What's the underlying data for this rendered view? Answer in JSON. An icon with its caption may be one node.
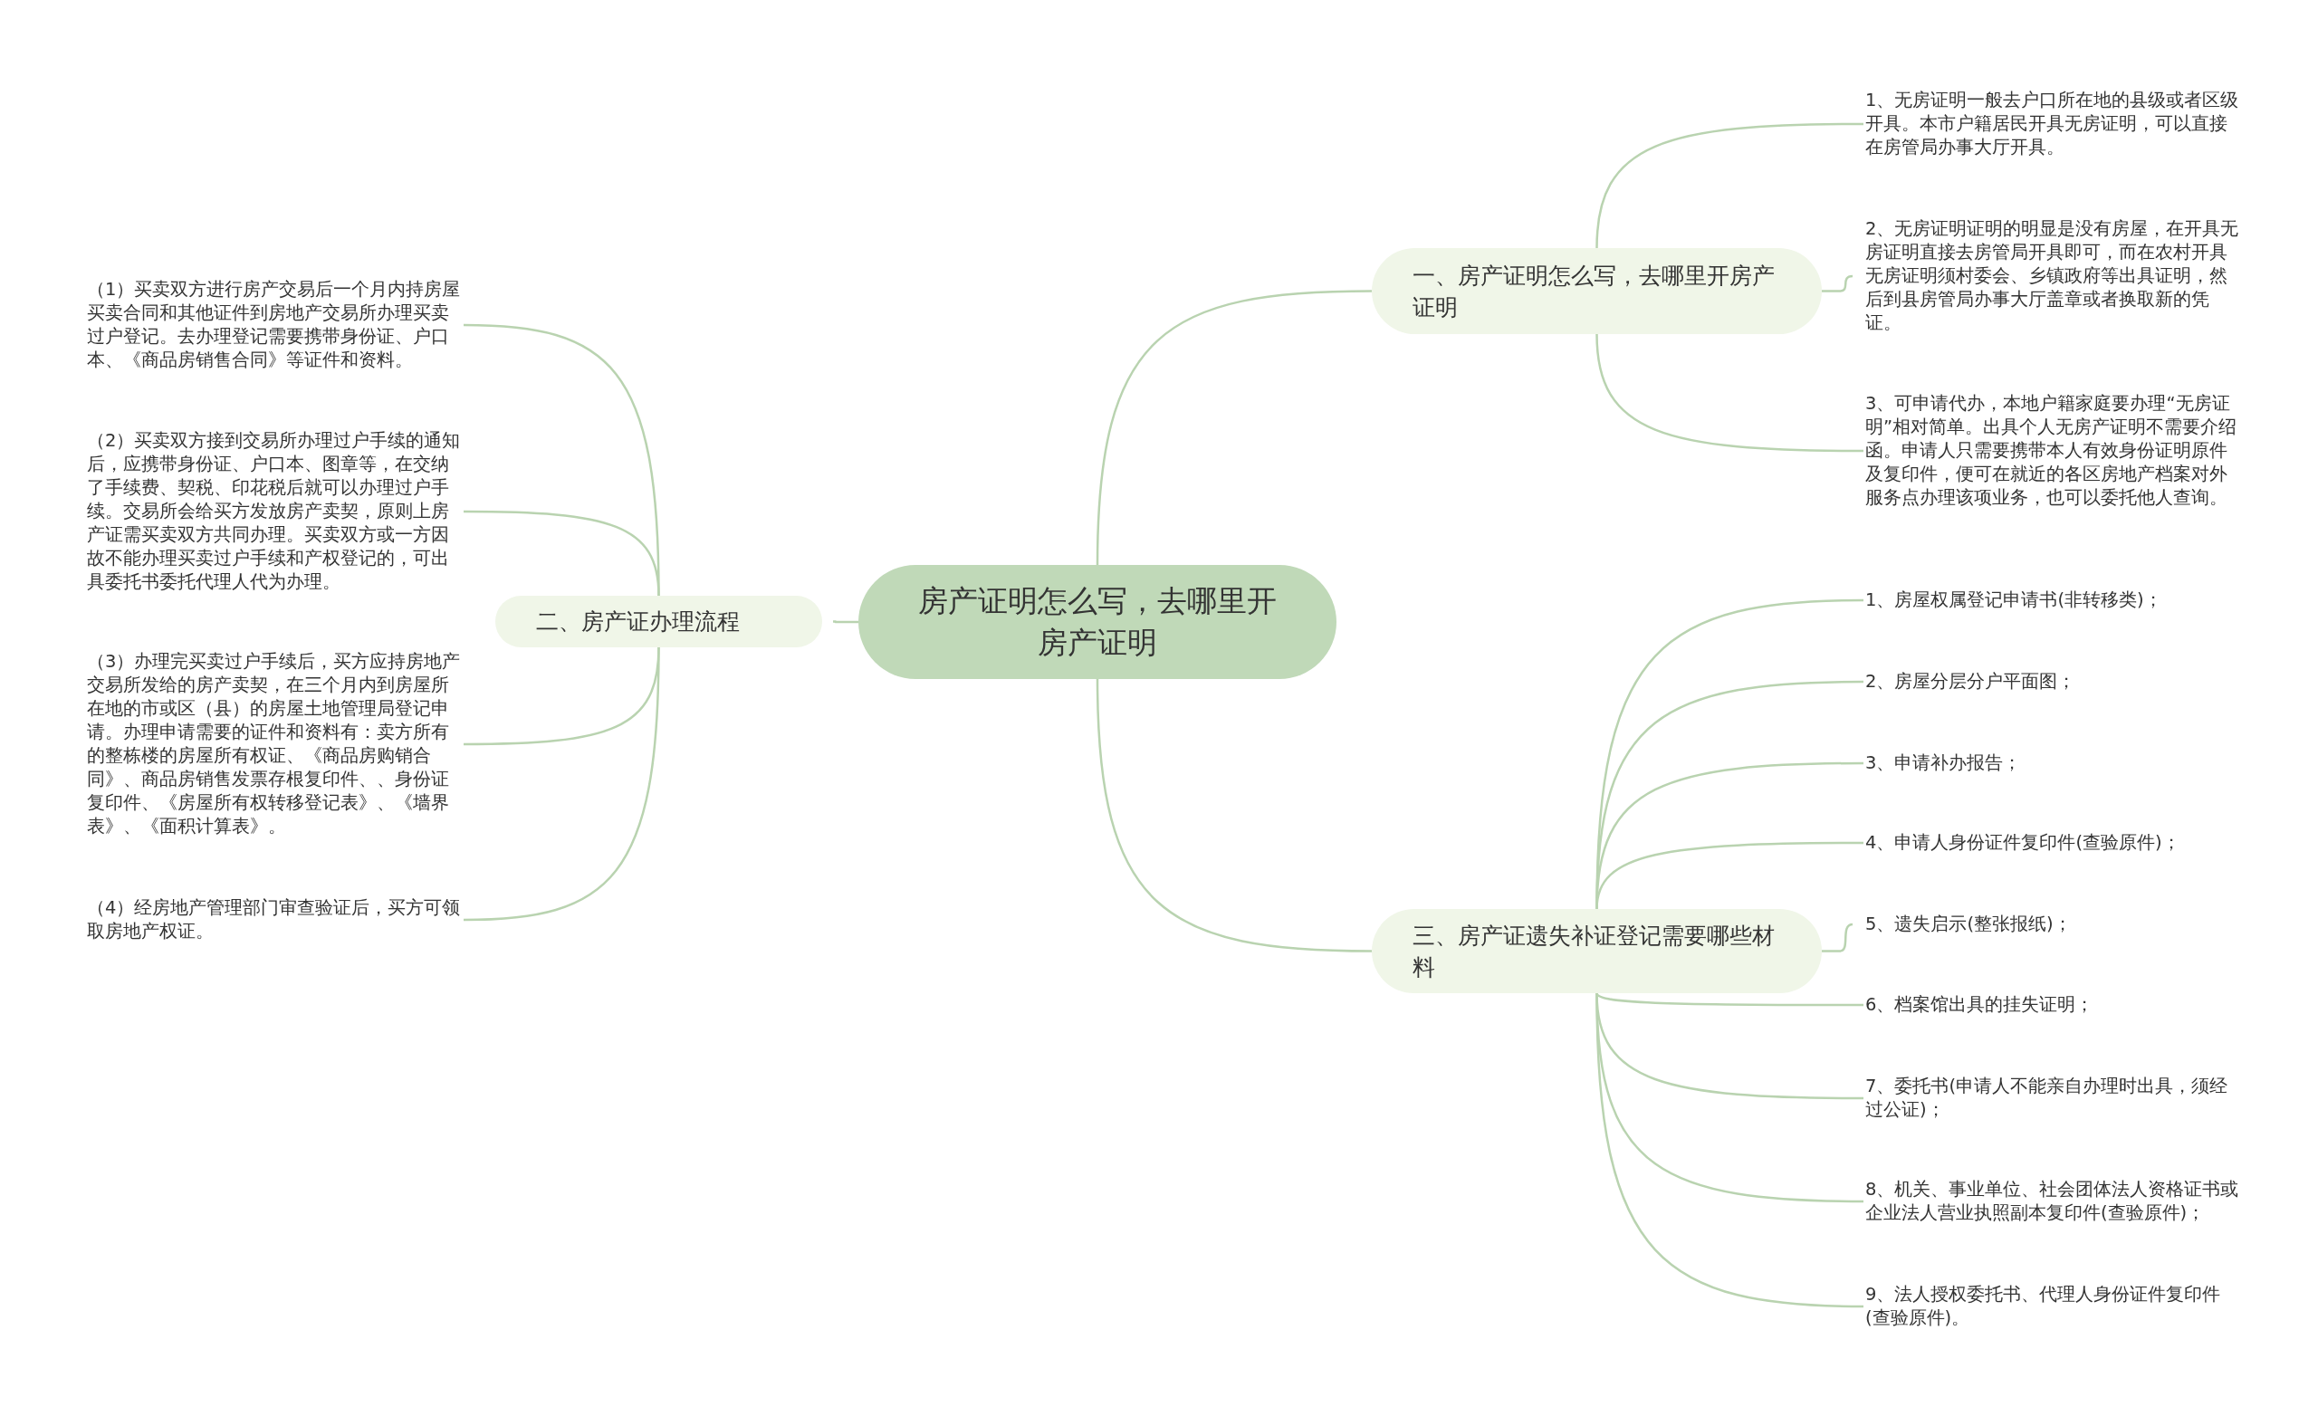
{
  "diagram": {
    "nodes": [
      {
        "text": [
          "房产证明怎么写，去哪里开房产证明"
        ]
      },
      {
        "text": [
          "一、房产证明怎么写，去哪里开房产证明"
        ]
      },
      {
        "text": [
          "1、无房证明一般去户口所在地的县级或者区级开具。本市户籍居民开具无房证明，可以直接在房管局办事大厅开具。"
        ]
      },
      {
        "text": [
          "2、无房证明证明的明显是没有房屋，在开具无房证明直接去房管局开具即可，而在农村开具无房证明须村委会、乡镇政府等出具证明，然后到县房管局办事大厅盖章或者换取新的凭证。"
        ]
      },
      {
        "text": [
          "3、可申请代办，本地户籍家庭要办理“无房证明”相对简单。出具个人无房产证明不需要介绍函。申请人只需要携带本人有效身份证明原件及复印件，便可在就近的各区房地产档案对外服务点办理该项业务，也可以委托他人查询。"
        ]
      },
      {
        "text": [
          "二、房产证办理流程"
        ]
      },
      {
        "text": [
          "（1）买卖双方进行房产交易后一个月内持房屋买卖合同和其他证件到房地产交易所办理买卖过户登记。去办理登记需要携带身份证、户口本、《商品房销售合同》等证件和资料。"
        ]
      },
      {
        "text": [
          "（2）买卖双方接到交易所办理过户手续的通知后，应携带身份证、户口本、图章等，在交纳了手续费、契税、印花税后就可以办理过户手续。交易所会给买方发放房产卖契，原则上房产证需买卖双方共同办理。买卖双方或一方因故不能办理买卖过户手续和产权登记的，可出具委托书委托代理人代为办理。"
        ]
      },
      {
        "text": [
          "（3）办理完买卖过户手续后，买方应持房地产交易所发给的房产卖契，在三个月内到房屋所在地的市或区（县）的房屋土地管理局登记申请。办理申请需要的证件和资料有：卖方所有的整栋楼的房屋所有权证、《商品房购销合同》、商品房销售发票存根复印件、、身份证复印件、《房屋所有权转移登记表》、《墙界表》、《面积计算表》。"
        ]
      },
      {
        "text": [
          "（4）经房地产管理部门审查验证后，买方可领取房地产权证。"
        ]
      },
      {
        "text": [
          "三、房产证遗失补证登记需要哪些材料"
        ]
      },
      {
        "text": [
          "1、房屋权属登记申请书(非转移类)；"
        ]
      },
      {
        "text": [
          "2、房屋分层分户平面图；"
        ]
      },
      {
        "text": [
          "3、申请补办报告；"
        ]
      },
      {
        "text": [
          "4、申请人身份证件复印件(查验原件)；"
        ]
      },
      {
        "text": [
          "5、遗失启示(整张报纸)；"
        ]
      },
      {
        "text": [
          "6、档案馆出具的挂失证明；"
        ]
      },
      {
        "text": [
          "7、委托书(申请人不能亲自办理时出具，须经过公证)；"
        ]
      },
      {
        "text": [
          "8、机关、事业单位、社会团体法人资格证书或企业法人营业执照副本复印件(查验原件)；"
        ]
      },
      {
        "text": [
          "9、法人授权委托书、代理人身份证件复印件(查验原件)。"
        ]
      }
    ],
    "edges": [
      {
        "from": 0,
        "to": 1,
        "arrow": "none"
      },
      {
        "from": 1,
        "to": 2,
        "arrow": "none"
      },
      {
        "from": 1,
        "to": 3,
        "arrow": "none"
      },
      {
        "from": 1,
        "to": 4,
        "arrow": "none"
      },
      {
        "from": 0,
        "to": 5,
        "arrow": "none"
      },
      {
        "from": 5,
        "to": 6,
        "arrow": "none"
      },
      {
        "from": 5,
        "to": 7,
        "arrow": "none"
      },
      {
        "from": 5,
        "to": 8,
        "arrow": "none"
      },
      {
        "from": 5,
        "to": 9,
        "arrow": "none"
      },
      {
        "from": 0,
        "to": 10,
        "arrow": "none"
      },
      {
        "from": 10,
        "to": 11,
        "arrow": "none"
      },
      {
        "from": 10,
        "to": 12,
        "arrow": "none"
      },
      {
        "from": 10,
        "to": 13,
        "arrow": "none"
      },
      {
        "from": 10,
        "to": 14,
        "arrow": "none"
      },
      {
        "from": 10,
        "to": 15,
        "arrow": "none"
      },
      {
        "from": 10,
        "to": 16,
        "arrow": "none"
      },
      {
        "from": 10,
        "to": 17,
        "arrow": "none"
      },
      {
        "from": 10,
        "to": 18,
        "arrow": "none"
      },
      {
        "from": 10,
        "to": 19,
        "arrow": "none"
      }
    ]
  }
}
